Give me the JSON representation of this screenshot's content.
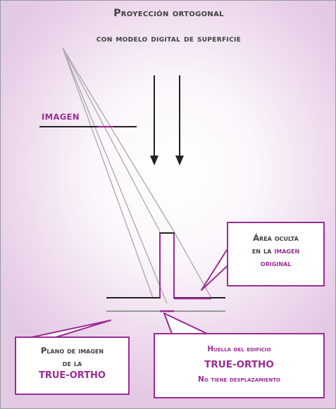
{
  "title": {
    "line1": "Proyección ortogonal",
    "line2": "con modelo digital de superficie"
  },
  "labels": {
    "imagen": "IMAGEN"
  },
  "callouts": {
    "area_oculta": {
      "line1": "Área oculta",
      "line2_prefix": "en la ",
      "line2_highlight": "imagen",
      "line3": "original"
    },
    "plano": {
      "line1": "Plano de imagen",
      "line2": "de la",
      "line3": "TRUE-ORTHO"
    },
    "huella": {
      "line1": "Huella del edificio",
      "line2": "TRUE-ORTHO",
      "line3": "No tiene desplazamiento"
    }
  },
  "colors": {
    "accent": "#9b2c93",
    "text": "#3e3e3e",
    "lines": "#222222",
    "rays": "#a8a8a8"
  }
}
